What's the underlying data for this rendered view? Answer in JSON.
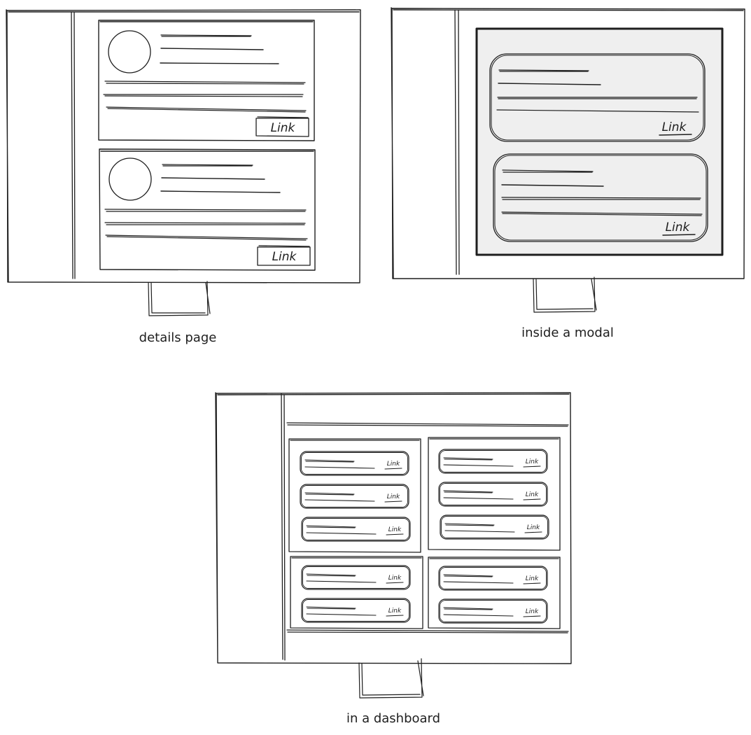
{
  "labels": {
    "details": "details page",
    "modal": "inside a modal",
    "dashboard": "in a dashboard"
  },
  "link_text": "Link",
  "colors": {
    "ink": "#1e1e1e",
    "modal_fill": "#efefef"
  }
}
